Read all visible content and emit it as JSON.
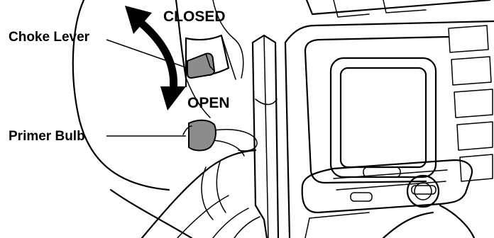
{
  "labels": {
    "closed": "CLOSED",
    "open": "OPEN",
    "choke_lever": "Choke Lever",
    "primer_bulb": "Primer Bulb"
  },
  "colors": {
    "ink": "#000000",
    "paper": "#ffffff",
    "part_fill": "#8c8c8c"
  },
  "icons": {
    "direction_arrow": "double-headed-curved-arrow"
  }
}
